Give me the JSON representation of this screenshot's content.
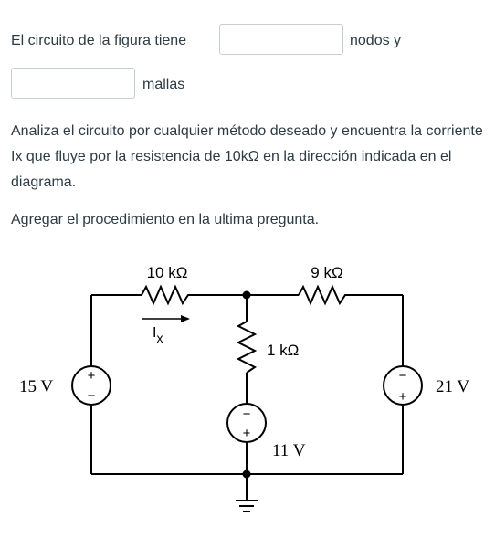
{
  "question": {
    "line1_prefix": "El circuito de la figura tiene",
    "line1_suffix": "nodos y",
    "line2_suffix": "mallas",
    "answer_nodes": "",
    "answer_meshes": "",
    "paragraph1": "Analiza el circuito por cualquier método deseado y encuentra la corriente Ix que fluye por la resistencia de 10kΩ en la dirección indicada en el diagrama.",
    "paragraph2": "Agregar el procedimiento en la ultima pregunta."
  },
  "circuit": {
    "r1_label": "10 kΩ",
    "r2_label": "9 kΩ",
    "r3_label": "1 kΩ",
    "v_left_label": "15 V",
    "v_right_label": "21 V",
    "v_mid_label": "11 V",
    "current_label": "I",
    "current_subscript": "x",
    "plus_sign": "+",
    "minus_sign": "−"
  }
}
